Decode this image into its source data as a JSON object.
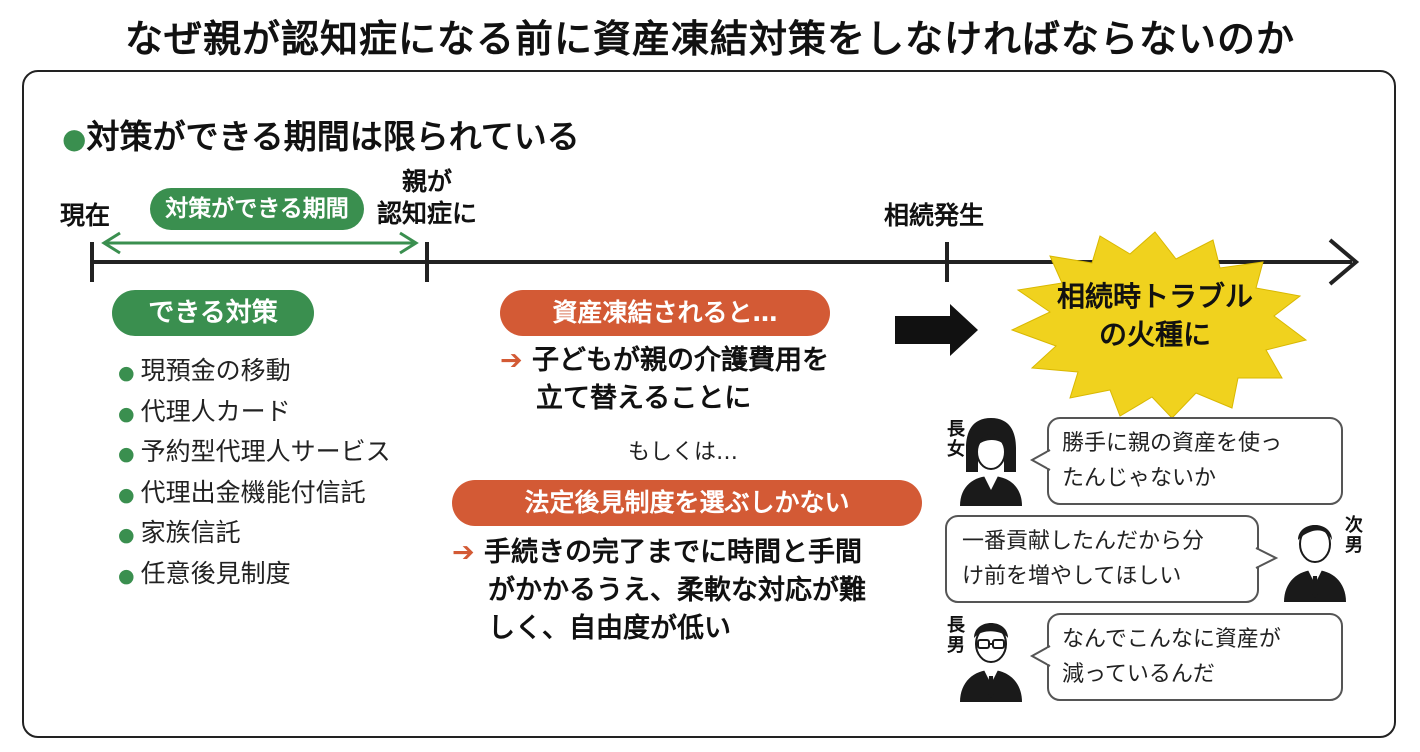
{
  "title": "なぜ親が認知症になる前に資産凍結対策をしなければならないのか",
  "subtitle": "対策ができる期間は限られている",
  "timeline": {
    "now": "現在",
    "period_label": "対策ができる期間",
    "dementia_line1": "親が",
    "dementia_line2": "認知症に",
    "inheritance": "相続発生"
  },
  "measures": {
    "heading": "できる対策",
    "items": [
      "現預金の移動",
      "代理人カード",
      "予約型代理人サービス",
      "代理出金機能付信託",
      "家族信託",
      "任意後見制度"
    ]
  },
  "freeze": {
    "heading": "資産凍結されると…",
    "consequence_line1": "子どもが親の介護費用を",
    "consequence_line2": "立て替えることに",
    "or": "もしくは…",
    "guardian_heading": "法定後見制度を選ぶしかない",
    "guardian_line1": "手続きの完了までに時間と手間",
    "guardian_line2": "がかかるうえ、柔軟な対応が難",
    "guardian_line3": "しく、自由度が低い"
  },
  "trouble": {
    "line1": "相続時トラブル",
    "line2": "の火種に"
  },
  "dialogues": [
    {
      "speaker_1": "長",
      "speaker_2": "女",
      "line1": "勝手に親の資産を使っ",
      "line2": "たんじゃないか"
    },
    {
      "speaker_1": "次",
      "speaker_2": "男",
      "line1": "一番貢献したんだから分",
      "line2": "け前を増やしてほしい"
    },
    {
      "speaker_1": "長",
      "speaker_2": "男",
      "line1": "なんでこんなに資産が",
      "line2": "減っているんだ"
    }
  ],
  "colors": {
    "green": "#3a8f4f",
    "orange": "#d35a35",
    "burst": "#f0d21e"
  }
}
